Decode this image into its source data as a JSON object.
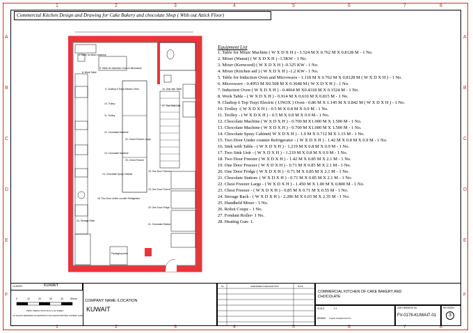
{
  "drawing": {
    "title": "Commercial Kitchen Design and Drawing for Cake Bakery and  chocolate Shop ( With out Attick Floor)",
    "grid_columns": [
      "1",
      "2",
      "3",
      "4",
      "5",
      "6",
      "7",
      "8"
    ],
    "grid_rows": [
      "A",
      "B",
      "C",
      "D",
      "E",
      "F"
    ]
  },
  "equipment_list": {
    "heading": "Equipment List",
    "items": [
      "1. Table for Mixer Machine  ( W X D X H ) - 1.524 M X 0.762 M X 0.8128 M -  1 No.",
      "2. Mixer (Wanut) ( W X D X H ) -1.5KW - 1 No.",
      "3. Mixer (Kenwood) ( W X D X H ) -0.325 KW - 1 No.",
      "4. Mixer (Kitchen aid ) ( W X D X H ) -1.2 KW - 1 No.",
      "5. Table for Induction Oven and Microwave  - 1.118 M X 0.762 M X 0.8128 M ( W X D X H ) - 1 No.",
      "6. Microwave - 0.4953 M X0.508 M X 0.3048 M ( W X D X H ) - 1 No.",
      "7. Induction Oven ( W X D X H ) - 0.4064 M X0.4318 M X 0.1524 M - 1 No.",
      "8. Work Table - ( W X D X H ) - 0.914 M X 0.610 M X 0.815 M - 1 No.",
      "9. Chaftop 6 Top Trayt Electric ( UNOX ) Oven - 0.86 M X 1.145 M X 0.842 M ( W X D X H ) - 1 No.",
      "10. Trolley -( W X D X H ) - 0.5 M X 0.8 M X 0.9 M - 1 No.",
      "11. Trolley - ( W X D X H ) - 0.5 M X 0.8 M X 0.9 M - 1 No.",
      "12. Chocolate Machine ( W X D X H ) - 0.700 M X1.000 M X 1.500 M - 1 No.",
      "13. Chocolate Machine ( W X D X H ) - 0.700 M X1.000 M X 1.500 M - 1 No.",
      "14. Chocolate Spray Cabinet( W X D X H ) - 1.0 M X 0.712 M X 1.15 M - 1 No.",
      "15. Two Door Under counter Refrigerator - ( W X D X H ) - 1.42 M X 0.8 M X 0.9 M -  1 No.",
      "16. Sink with Table - ( W X D X H ) - 1.219 M X 0.8 M X 0.9 M - 1 No.",
      "17. Two Sink Unit - ( W X D X H ) - 1.219 M X 0.8 M X 0.9 M - 1 No.",
      "18. Two  Door Freezer ( W X D X H ) - 1.42 M X 0.85 M X 2.1 M - 1 No.",
      "19. One  Door Freezer ( W X D X H ) - 0.71 M X 0.85 M X 2.1 M - 1 No.",
      "20. One  Door Fridge ( W X D X H ) - 0.71 M X 0.85 M X 2.1 M - 1 No.",
      "21. Chocolate Station- ( W X D X H ) - 0.71 M X 0.85 M X 2.1 M - 1 No.",
      "22. Chest Freezer Large - ( W X D X H ) - 1.450 M X 1.00 M X 0.800 M - 1 No.",
      "23. Chest Freezer - ( W X D X H ) - 0.85 M X 0.71 M X 0.55 M - 1 No.",
      "24. Storage Rack - ( W X D X H ) - 2.286 M X 0.65 M X 2.35 M - 1 No.",
      "25. Handheld Mixer - 1 No.",
      "26. Robot Coupe - 1 No.",
      "27. Fondant Roller- 1 No.",
      "28. Heating Gun- 1."
    ]
  },
  "plan_labels": {
    "mixer_table": "1. Table for Mixer Machine",
    "induction": "5. Table for Induction Oven & Microwave",
    "work_table": "8. Work Table",
    "oven": "9. Chaftop 6 Trays Electric Oven",
    "trolley_1": "10. Trolley",
    "trolley_2": "11. Trolley",
    "choc_machine_1": "12. Chocolate Machine",
    "choc_machine_2": "13. Chocolate Machine",
    "spray_cabinet": "14. Chocolate Spray Cabinet",
    "undercounter": "15. Two Door Under counter Refrigerator",
    "storage_rack": "24. Storage Rack",
    "sink_table": "16. Sink with Table",
    "two_sink": "17. Two Sink Unit",
    "freezer_two": "18. Two Door Freezer",
    "freezer_one": "19. One Door Freezer",
    "fridge_one": "20. One Door Fridge",
    "choc_station": "21. Chocolate Station",
    "chest_large": "22. Chest Freezer Large",
    "chest": "23. Chest Freezer",
    "packaging": "Packaging Area"
  },
  "title_block": {
    "client_label": "CLIENT:",
    "client_value": "KUWAIT",
    "scale_marks": [
      "0",
      "10",
      "20",
      "30",
      "40",
      "50mm"
    ],
    "print_note": "PRINT REDUCTION SUI1 & U2 SHEET",
    "legal_note": "ALL RIGHTS RESERVED NO REPRODUCTION UNLESS WRITTEN CONSENT GIVEN",
    "company_label": "COMPANY NAME /LOCATION",
    "company_value": "KUWAIT",
    "rev_headers": [
      "No.",
      "AMENDMENT DESCRIPTION",
      "DATE"
    ],
    "project_title_line1": "COMMERCIAL KITCHEN OF CAKE  BAKERY AND",
    "project_title_line2": "CHOCOLATE",
    "scale_label": "SCALE",
    "scale_value": "1:1",
    "drawn_label": "DRAWN",
    "drawn_value": "TUHIN KUMAR DUTTA",
    "job_label": "JOB DRAWING No.",
    "job_value": "FV-0176-KUWAIT-01",
    "revision_label": "REVISION",
    "revision_value": "3"
  },
  "colors": {
    "wall": "#e8353a",
    "frame": "#cc2a2a",
    "fixture": "#555555"
  }
}
